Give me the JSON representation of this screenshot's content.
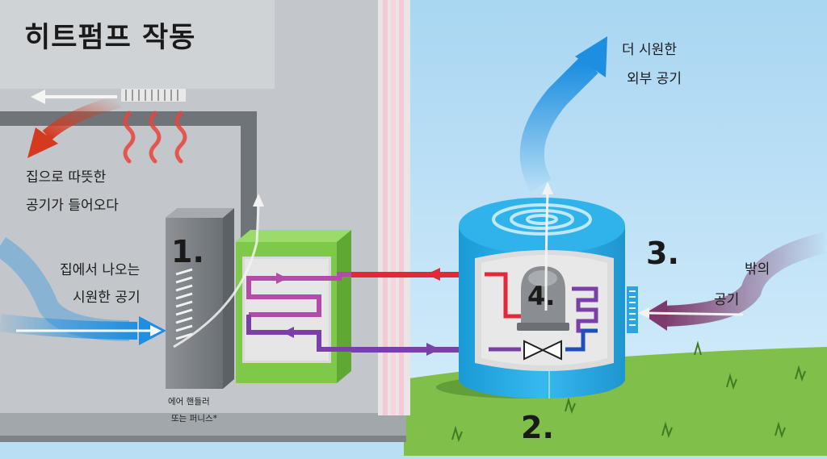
{
  "title": "히트펌프 작동",
  "labels": {
    "warm_air_line1": "집으로 따뜻한",
    "warm_air_line2": "공기가 들어오다",
    "cool_air_line1": "집에서 나오는",
    "cool_air_line2": "시원한 공기",
    "outdoor_cool_line1": "더 시원한",
    "outdoor_cool_line2": "외부 공기",
    "outside_air_line1": "밖의",
    "outside_air_line2": "공기",
    "air_handler_line1": "에어 핸들러",
    "air_handler_line2": "또는 퍼니스*"
  },
  "steps": {
    "step1": "1.",
    "step2": "2.",
    "step3": "3.",
    "step4": "4."
  },
  "colors": {
    "warm_air": "#d43a1f",
    "cool_air": "#1e8fe0",
    "outside_air": "#7d3a6a",
    "refrigerant_hot": "#e02a3a",
    "refrigerant_cold": "#7a3fa8",
    "coil_box": "#7ec94a",
    "outdoor_unit": "#2aaee6",
    "grass": "#7fbf4a",
    "sky": "#b9dff5",
    "house_wall": "#b7bcc1"
  }
}
